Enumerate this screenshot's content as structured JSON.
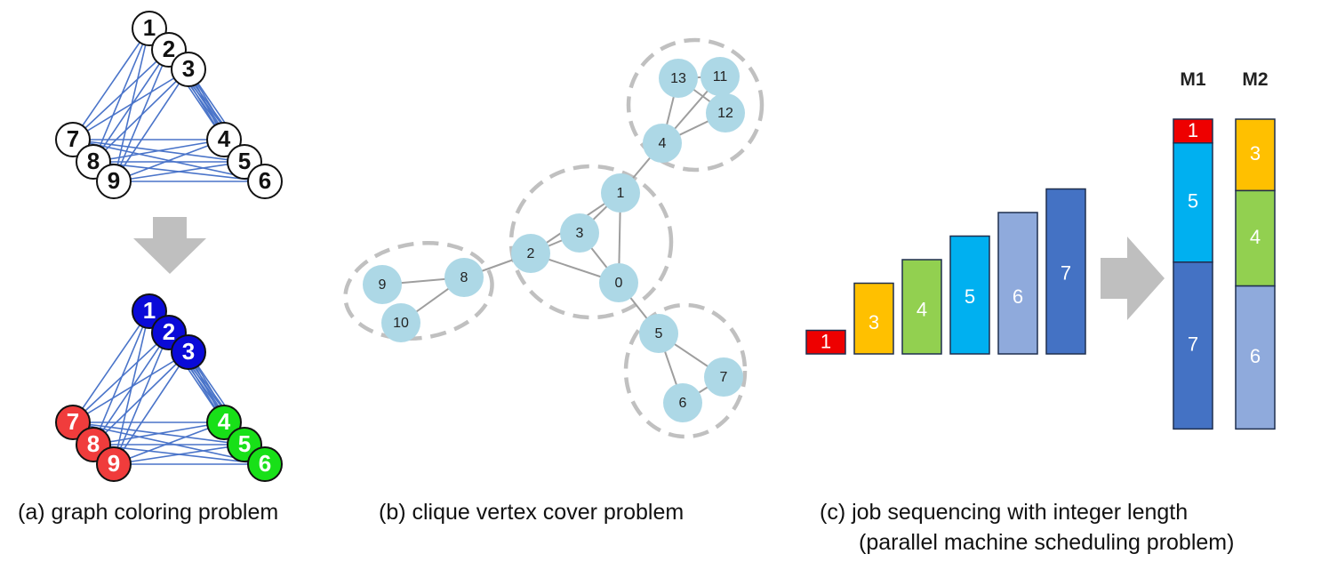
{
  "captions": {
    "a": "(a) graph coloring problem",
    "b": "(b) clique vertex cover problem",
    "c_line1": "(c) job sequencing with integer length",
    "c_line2": "(parallel machine scheduling problem)"
  },
  "graph_coloring": {
    "nodes": [
      "1",
      "2",
      "3",
      "4",
      "5",
      "6",
      "7",
      "8",
      "9"
    ],
    "groups": [
      [
        "1",
        "2",
        "3"
      ],
      [
        "4",
        "5",
        "6"
      ],
      [
        "7",
        "8",
        "9"
      ]
    ],
    "edge_color": "#4a74c9",
    "uncolored_fill": "#ffffff",
    "group_colors": [
      "#0a0ad8",
      "#18e018",
      "#f03c3c"
    ],
    "arrow_color": "#bfbfbf"
  },
  "clique_cover": {
    "node_color": "#add8e6",
    "edge_color": "#9e9e9e",
    "ellipse_color": "#c0c0c0",
    "nodes": [
      "0",
      "1",
      "2",
      "3",
      "4",
      "5",
      "6",
      "7",
      "8",
      "9",
      "10",
      "11",
      "12",
      "13"
    ],
    "edges": [
      [
        "13",
        "11"
      ],
      [
        "13",
        "12"
      ],
      [
        "11",
        "12"
      ],
      [
        "13",
        "4"
      ],
      [
        "11",
        "4"
      ],
      [
        "12",
        "4"
      ],
      [
        "4",
        "1"
      ],
      [
        "1",
        "3"
      ],
      [
        "1",
        "0"
      ],
      [
        "1",
        "2"
      ],
      [
        "3",
        "2"
      ],
      [
        "3",
        "0"
      ],
      [
        "2",
        "0"
      ],
      [
        "2",
        "8"
      ],
      [
        "8",
        "9"
      ],
      [
        "8",
        "10"
      ],
      [
        "0",
        "5"
      ],
      [
        "5",
        "7"
      ],
      [
        "5",
        "6"
      ],
      [
        "6",
        "7"
      ]
    ],
    "cliques": [
      [
        "11",
        "12",
        "13",
        "4"
      ],
      [
        "0",
        "1",
        "2",
        "3"
      ],
      [
        "8",
        "9",
        "10"
      ],
      [
        "5",
        "6",
        "7"
      ]
    ]
  },
  "job_sequencing": {
    "jobs": [
      {
        "label": "1",
        "length": 1,
        "color": "#ee0000"
      },
      {
        "label": "3",
        "length": 3,
        "color": "#ffc000"
      },
      {
        "label": "4",
        "length": 4,
        "color": "#92d050"
      },
      {
        "label": "5",
        "length": 5,
        "color": "#00b0f0"
      },
      {
        "label": "6",
        "length": 6,
        "color": "#8faadc"
      },
      {
        "label": "7",
        "length": 7,
        "color": "#4472c4"
      }
    ],
    "machines": [
      {
        "name": "M1",
        "jobs": [
          "1",
          "5",
          "7"
        ]
      },
      {
        "name": "M2",
        "jobs": [
          "3",
          "4",
          "6"
        ]
      }
    ],
    "arrow_color": "#bfbfbf"
  }
}
